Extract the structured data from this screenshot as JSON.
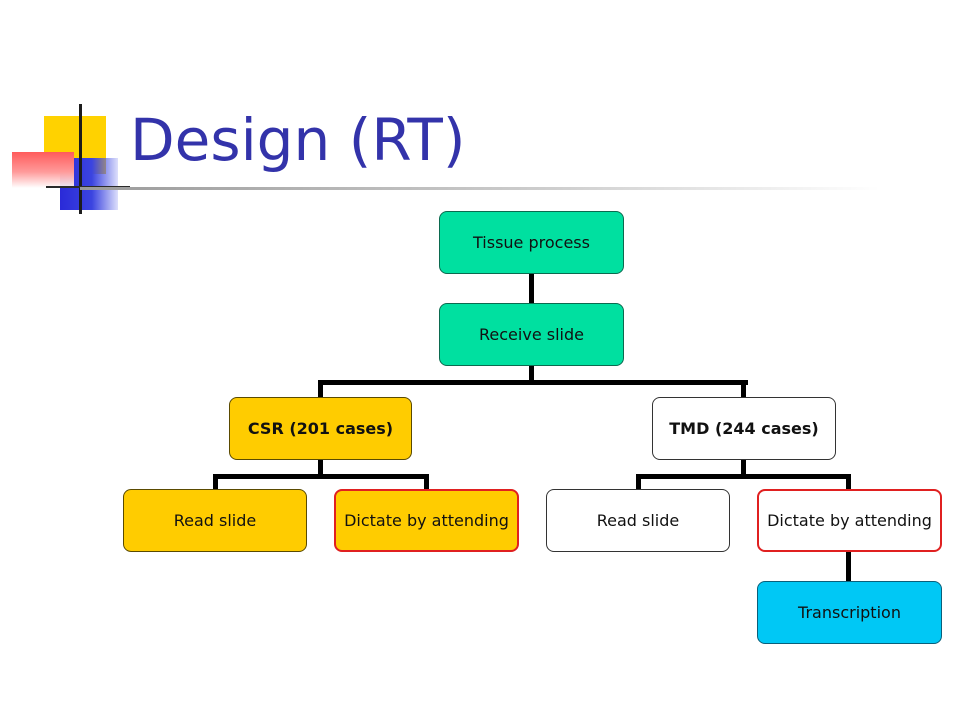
{
  "slide": {
    "title": "Design (RT)"
  },
  "diagram": {
    "root": {
      "label": "Tissue process"
    },
    "receive": {
      "label": "Receive slide"
    },
    "csr": {
      "label": "CSR (201 cases)",
      "read": "Read slide",
      "dictate": "Dictate by attending"
    },
    "tmd": {
      "label": "TMD (244 cases)",
      "read": "Read slide",
      "dictate": "Dictate by attending",
      "transcription": "Transcription"
    }
  },
  "colors": {
    "title": "#3333aa",
    "teal_node": "#00e0a0",
    "gold_node": "#ffcc00",
    "white_node": "#ffffff",
    "cyan_node": "#00c8f5",
    "highlight_border": "#e02020"
  }
}
